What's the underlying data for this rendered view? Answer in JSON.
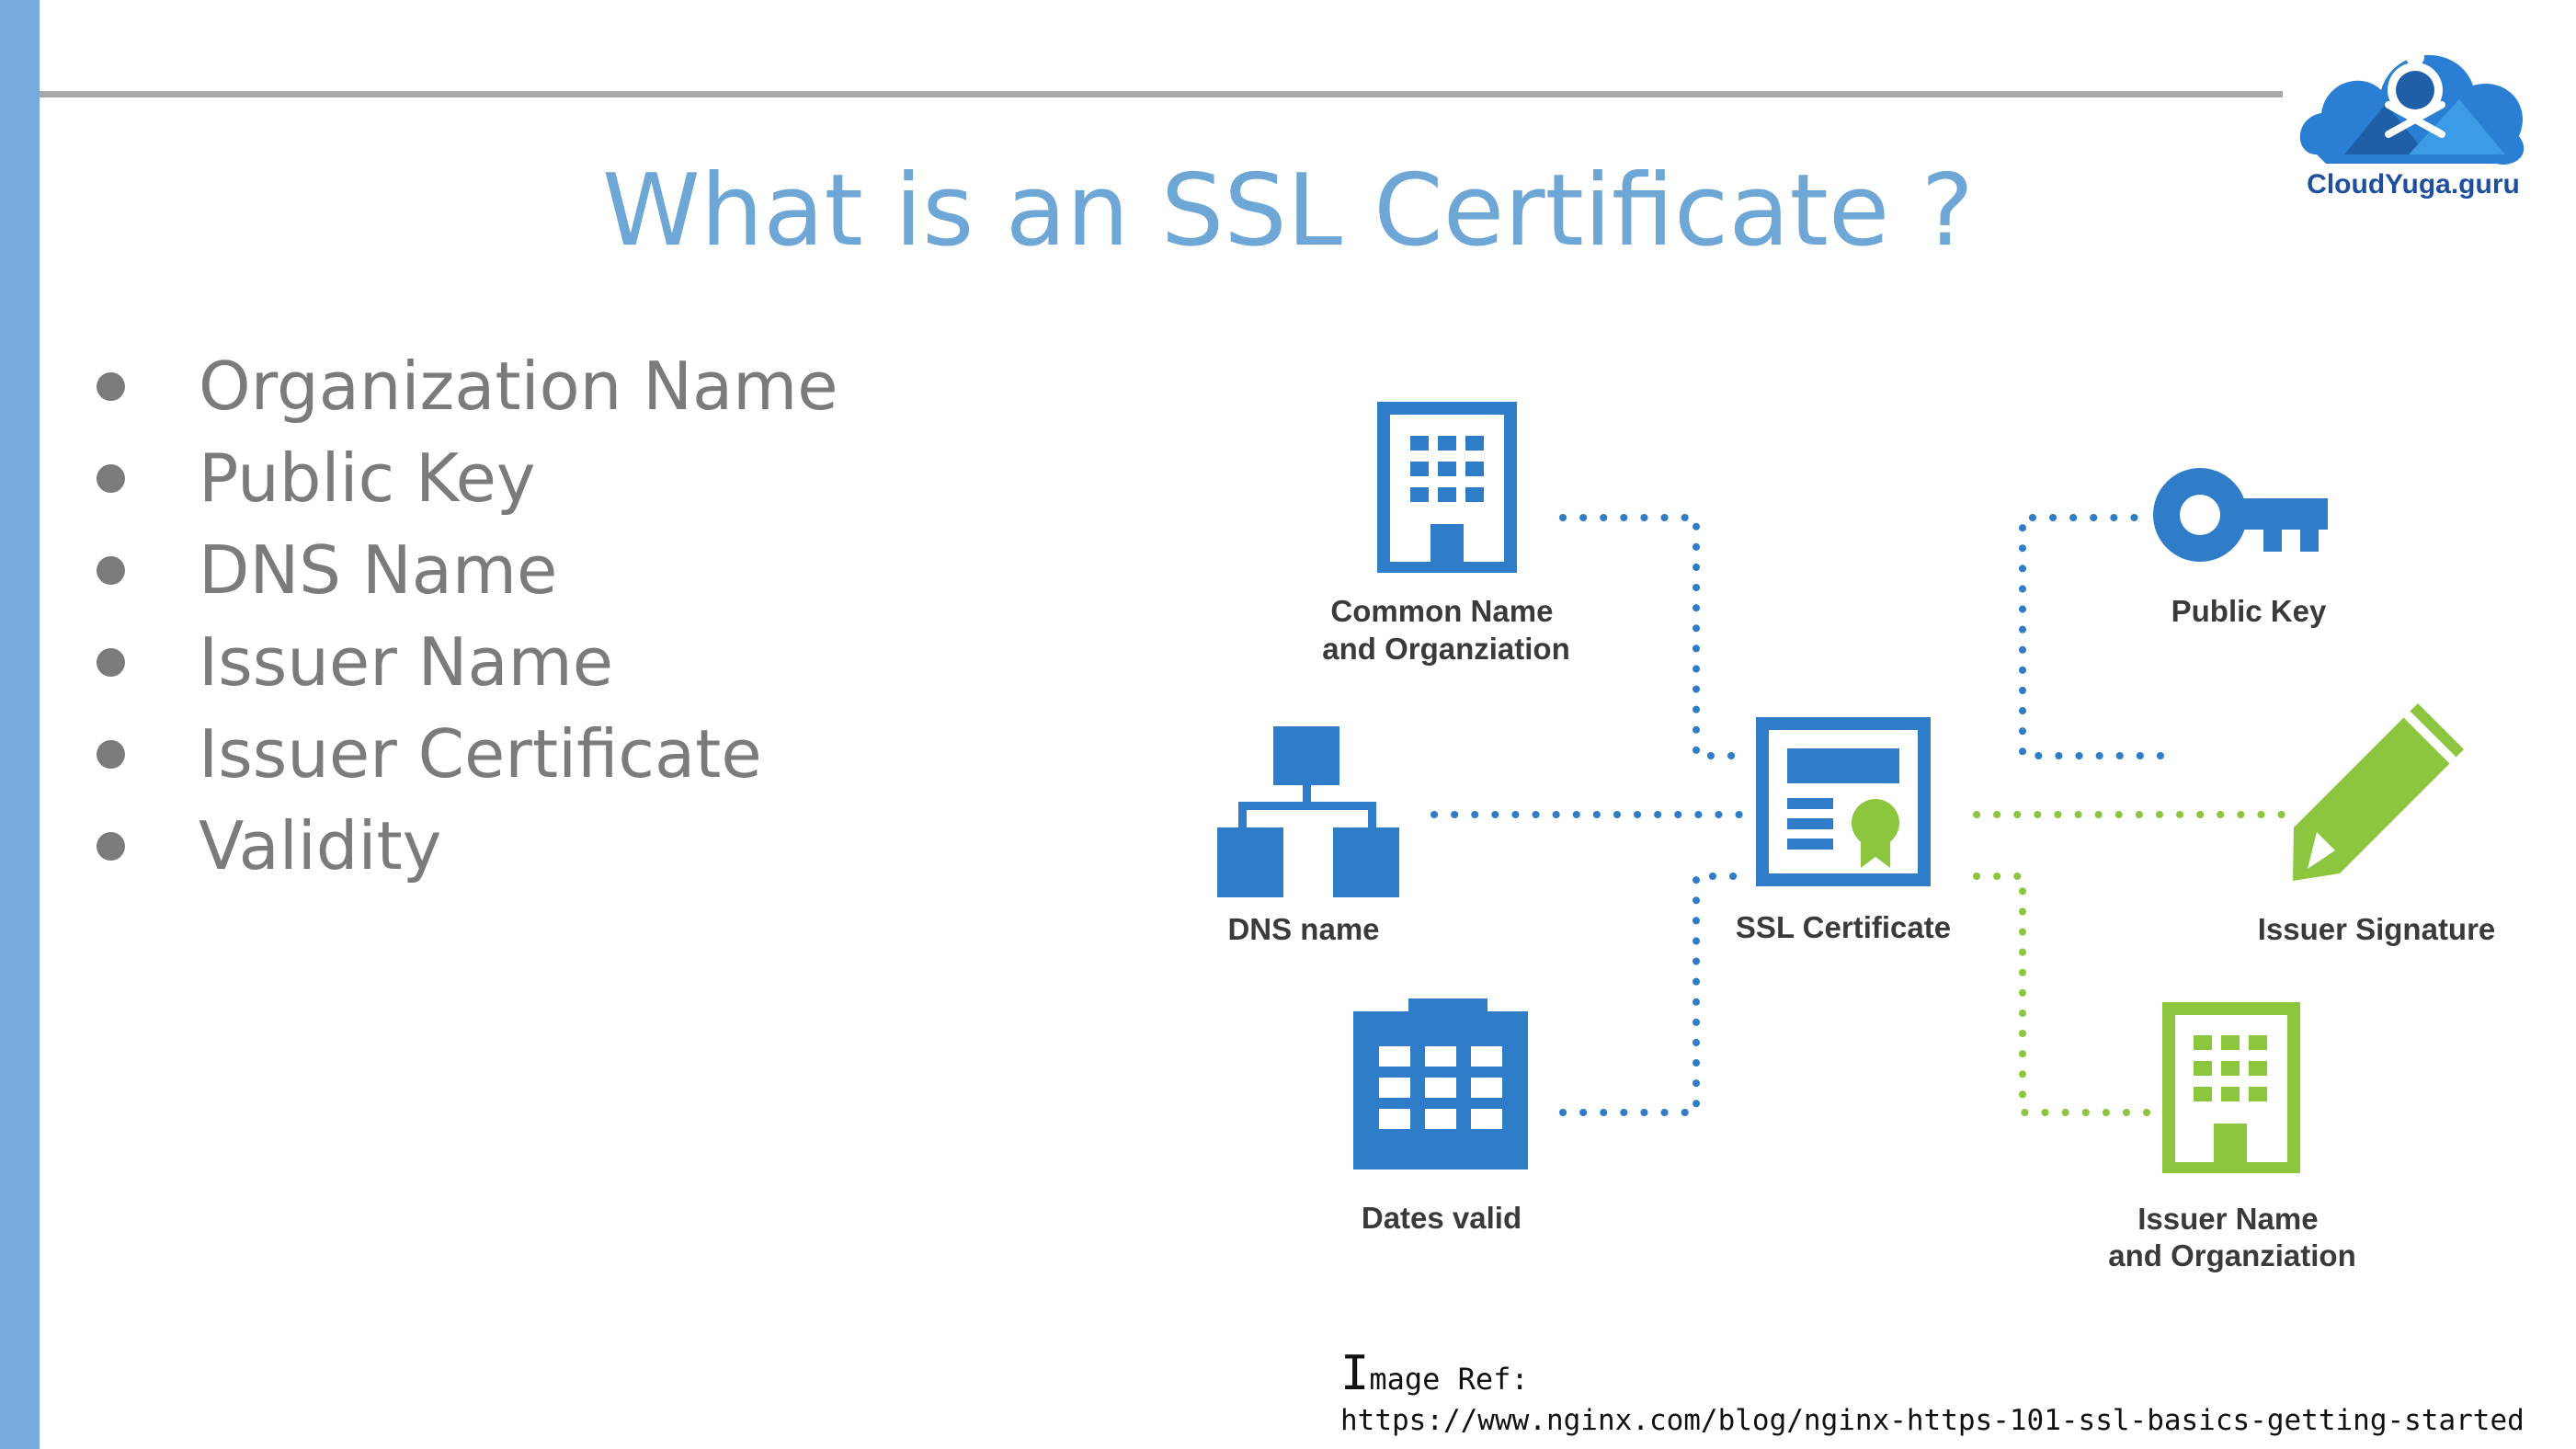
{
  "title": "What is an SSL Certificate ?",
  "logo": {
    "text": "CloudYuga.guru"
  },
  "bullets": [
    "Organization Name",
    "Public Key",
    "DNS Name",
    "Issuer Name",
    "Issuer Certificate",
    "Validity"
  ],
  "diagram": {
    "center_label": "SSL Certificate",
    "nodes": {
      "common_name": [
        "Common Name",
        "and Organziation"
      ],
      "dns_name": "DNS name",
      "dates_valid": "Dates valid",
      "public_key": "Public Key",
      "issuer_signature": "Issuer Signature",
      "issuer_name": [
        "Issuer Name",
        "and Organziation"
      ]
    }
  },
  "image_ref": {
    "first_letter": "I",
    "label_rest": "mage Ref:",
    "url": "https://www.nginx.com/blog/nginx-https-101-ssl-basics-getting-started"
  },
  "colors": {
    "accent_blue": "#2f7dc8",
    "accent_green": "#8cc63f",
    "title": "#6ea6d6",
    "text_gray": "#7b7b7b",
    "left_bar": "#77a9dc"
  }
}
